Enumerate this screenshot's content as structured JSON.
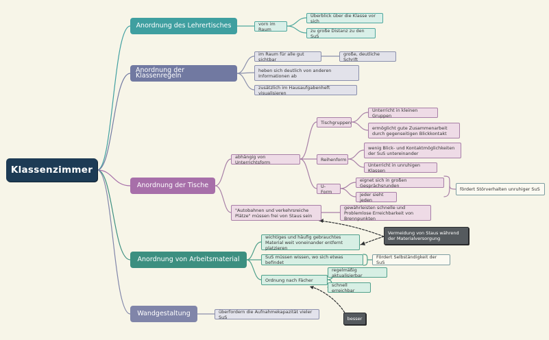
{
  "root": {
    "label": "Klassenzimmer"
  },
  "branches": {
    "lehrertisch": {
      "label": "Anordnung des Lehrertisches",
      "children": {
        "vorn": "vorn im Raum",
        "ueberblick": "Überblick über die Klasse vor sich",
        "distanz": "zu große Distanz zu den SuS"
      }
    },
    "klassenregeln": {
      "label": "Anordnung der Klassenregeln",
      "children": {
        "sichtbar": "im Raum für alle gut sichtbar",
        "schrift": "große, deutliche Schrift",
        "abheben": "heben sich deutlich von anderen Informationen ab",
        "hausaufgabenheft": "zusätzlich im Hausaufgabenheft visualisieren"
      }
    },
    "tische": {
      "label": "Anordnung der Tische",
      "children": {
        "unterrichtsform": "abhängig von Unterrichtsform",
        "tischgruppen": "Tischgruppen",
        "kleine_gruppen": "Unterricht in kleinen Gruppen",
        "zusammenarbeit": "ermöglicht gute Zusammenarbeit durch gegenseitigen Blickkontakt",
        "reihenform": "Reihenform",
        "wenig_blick": "wenig Blick- und Kontaktmöglichkeiten der SuS untereinander",
        "unruhige_klassen": "Unterricht in unruhigen Klassen",
        "uform": "U-Form",
        "gespraechsrunden": "eignet sich in großen Gesprächsrunden",
        "jeder_sieht": "jeder sieht jeden",
        "stoerverhalten": "fördert Störverhalten unruhiger SuS",
        "autobahnen": "\"Autobahnen und verkehrsreiche Plätze\" müssen frei von Staus sein",
        "erreichbarkeit": "gewährleisten schnelle und Problemlose Erreichbarkeit von Brennpunkten"
      }
    },
    "arbeitsmaterial": {
      "label": "Anordnung von Arbeitsmaterial",
      "children": {
        "wichtiges": "wichtiges und häufig gebrauchtes Material weit voneinander entfernt platzieren",
        "sus_wissen": "SuS müssen wissen, wo sich etwas befindet",
        "selbststaendigkeit": "Fördert Selbständigkeit der SuS",
        "ordnung": "Ordnung nach Fächer",
        "aktualisieren": "regelmäßig aktualisierbar",
        "erreichbar": "schnell erreichbar"
      }
    },
    "wandgestaltung": {
      "label": "Wandgestaltung",
      "children": {
        "ueberfordern": "überfordern die Aufnahmekapazität vieler SuS"
      }
    }
  },
  "callouts": {
    "vermeidung": "Vermeidung von Staus während der Materialversorgung",
    "besser": "besser"
  },
  "colors": {
    "background": "#f7f5e8",
    "root": "#1d3b55",
    "teal": "#3f9fa0",
    "slate": "#7179a1",
    "mauve": "#a76fa9",
    "green": "#3c8f80",
    "gray": "#8085a9"
  }
}
